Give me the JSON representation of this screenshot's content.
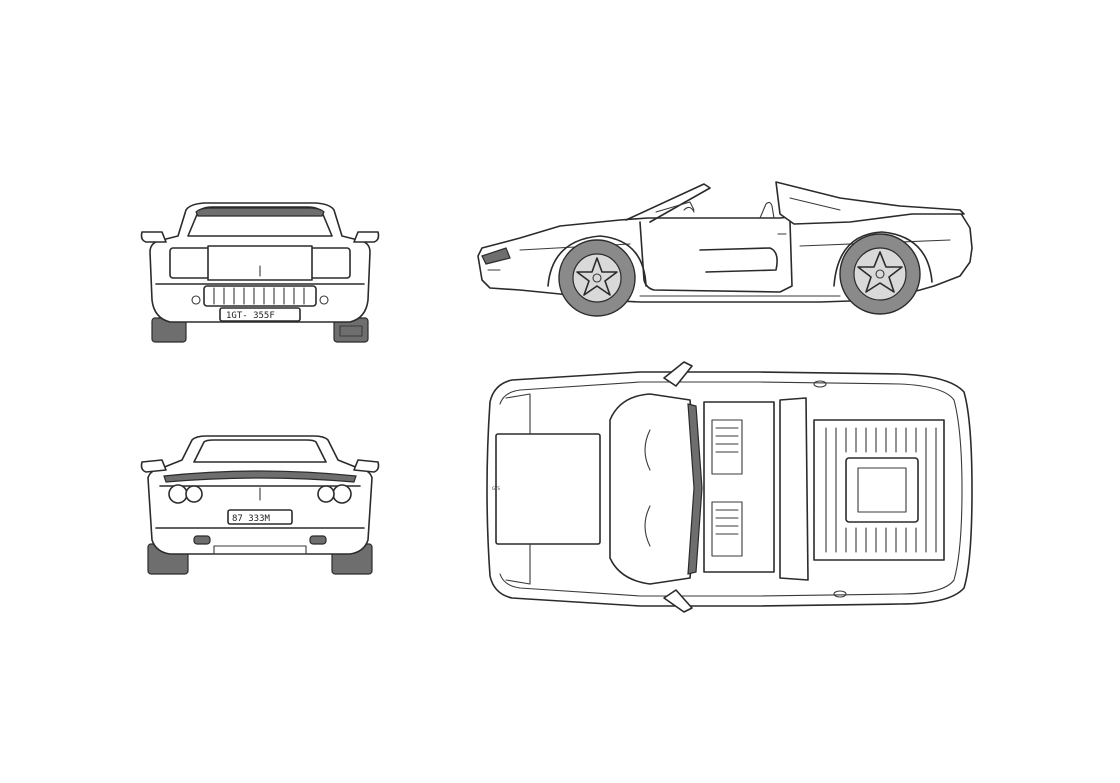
{
  "views": {
    "front": {
      "plate": "1GT-  355F"
    },
    "rear": {
      "plate": "87  333M"
    },
    "top": {
      "hood_text": "GTS"
    }
  },
  "colors": {
    "line": "#2b2b2b",
    "tire": "#8a8a8a",
    "background": "#ffffff"
  }
}
